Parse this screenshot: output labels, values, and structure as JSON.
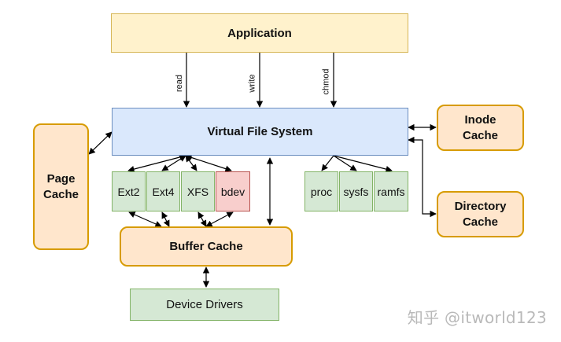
{
  "nodes": {
    "application": "Application",
    "vfs": "Virtual File System",
    "page_cache": "Page\nCache",
    "inode_cache": "Inode\nCache",
    "directory_cache": "Directory\nCache",
    "ext2": "Ext2",
    "ext4": "Ext4",
    "xfs": "XFS",
    "bdev": "bdev",
    "proc": "proc",
    "sysfs": "sysfs",
    "ramfs": "ramfs",
    "buffer_cache": "Buffer Cache",
    "device_drivers": "Device Drivers"
  },
  "edges": {
    "read": "read",
    "write": "write",
    "chmod": "chmod"
  },
  "watermark": "知乎 @itworld123",
  "colors": {
    "application_fill": "#fff2cc",
    "cache_fill": "#ffe6cc",
    "vfs_fill": "#dae8fc",
    "fs_fill": "#d5e8d4",
    "bdev_fill": "#f8cecc"
  }
}
